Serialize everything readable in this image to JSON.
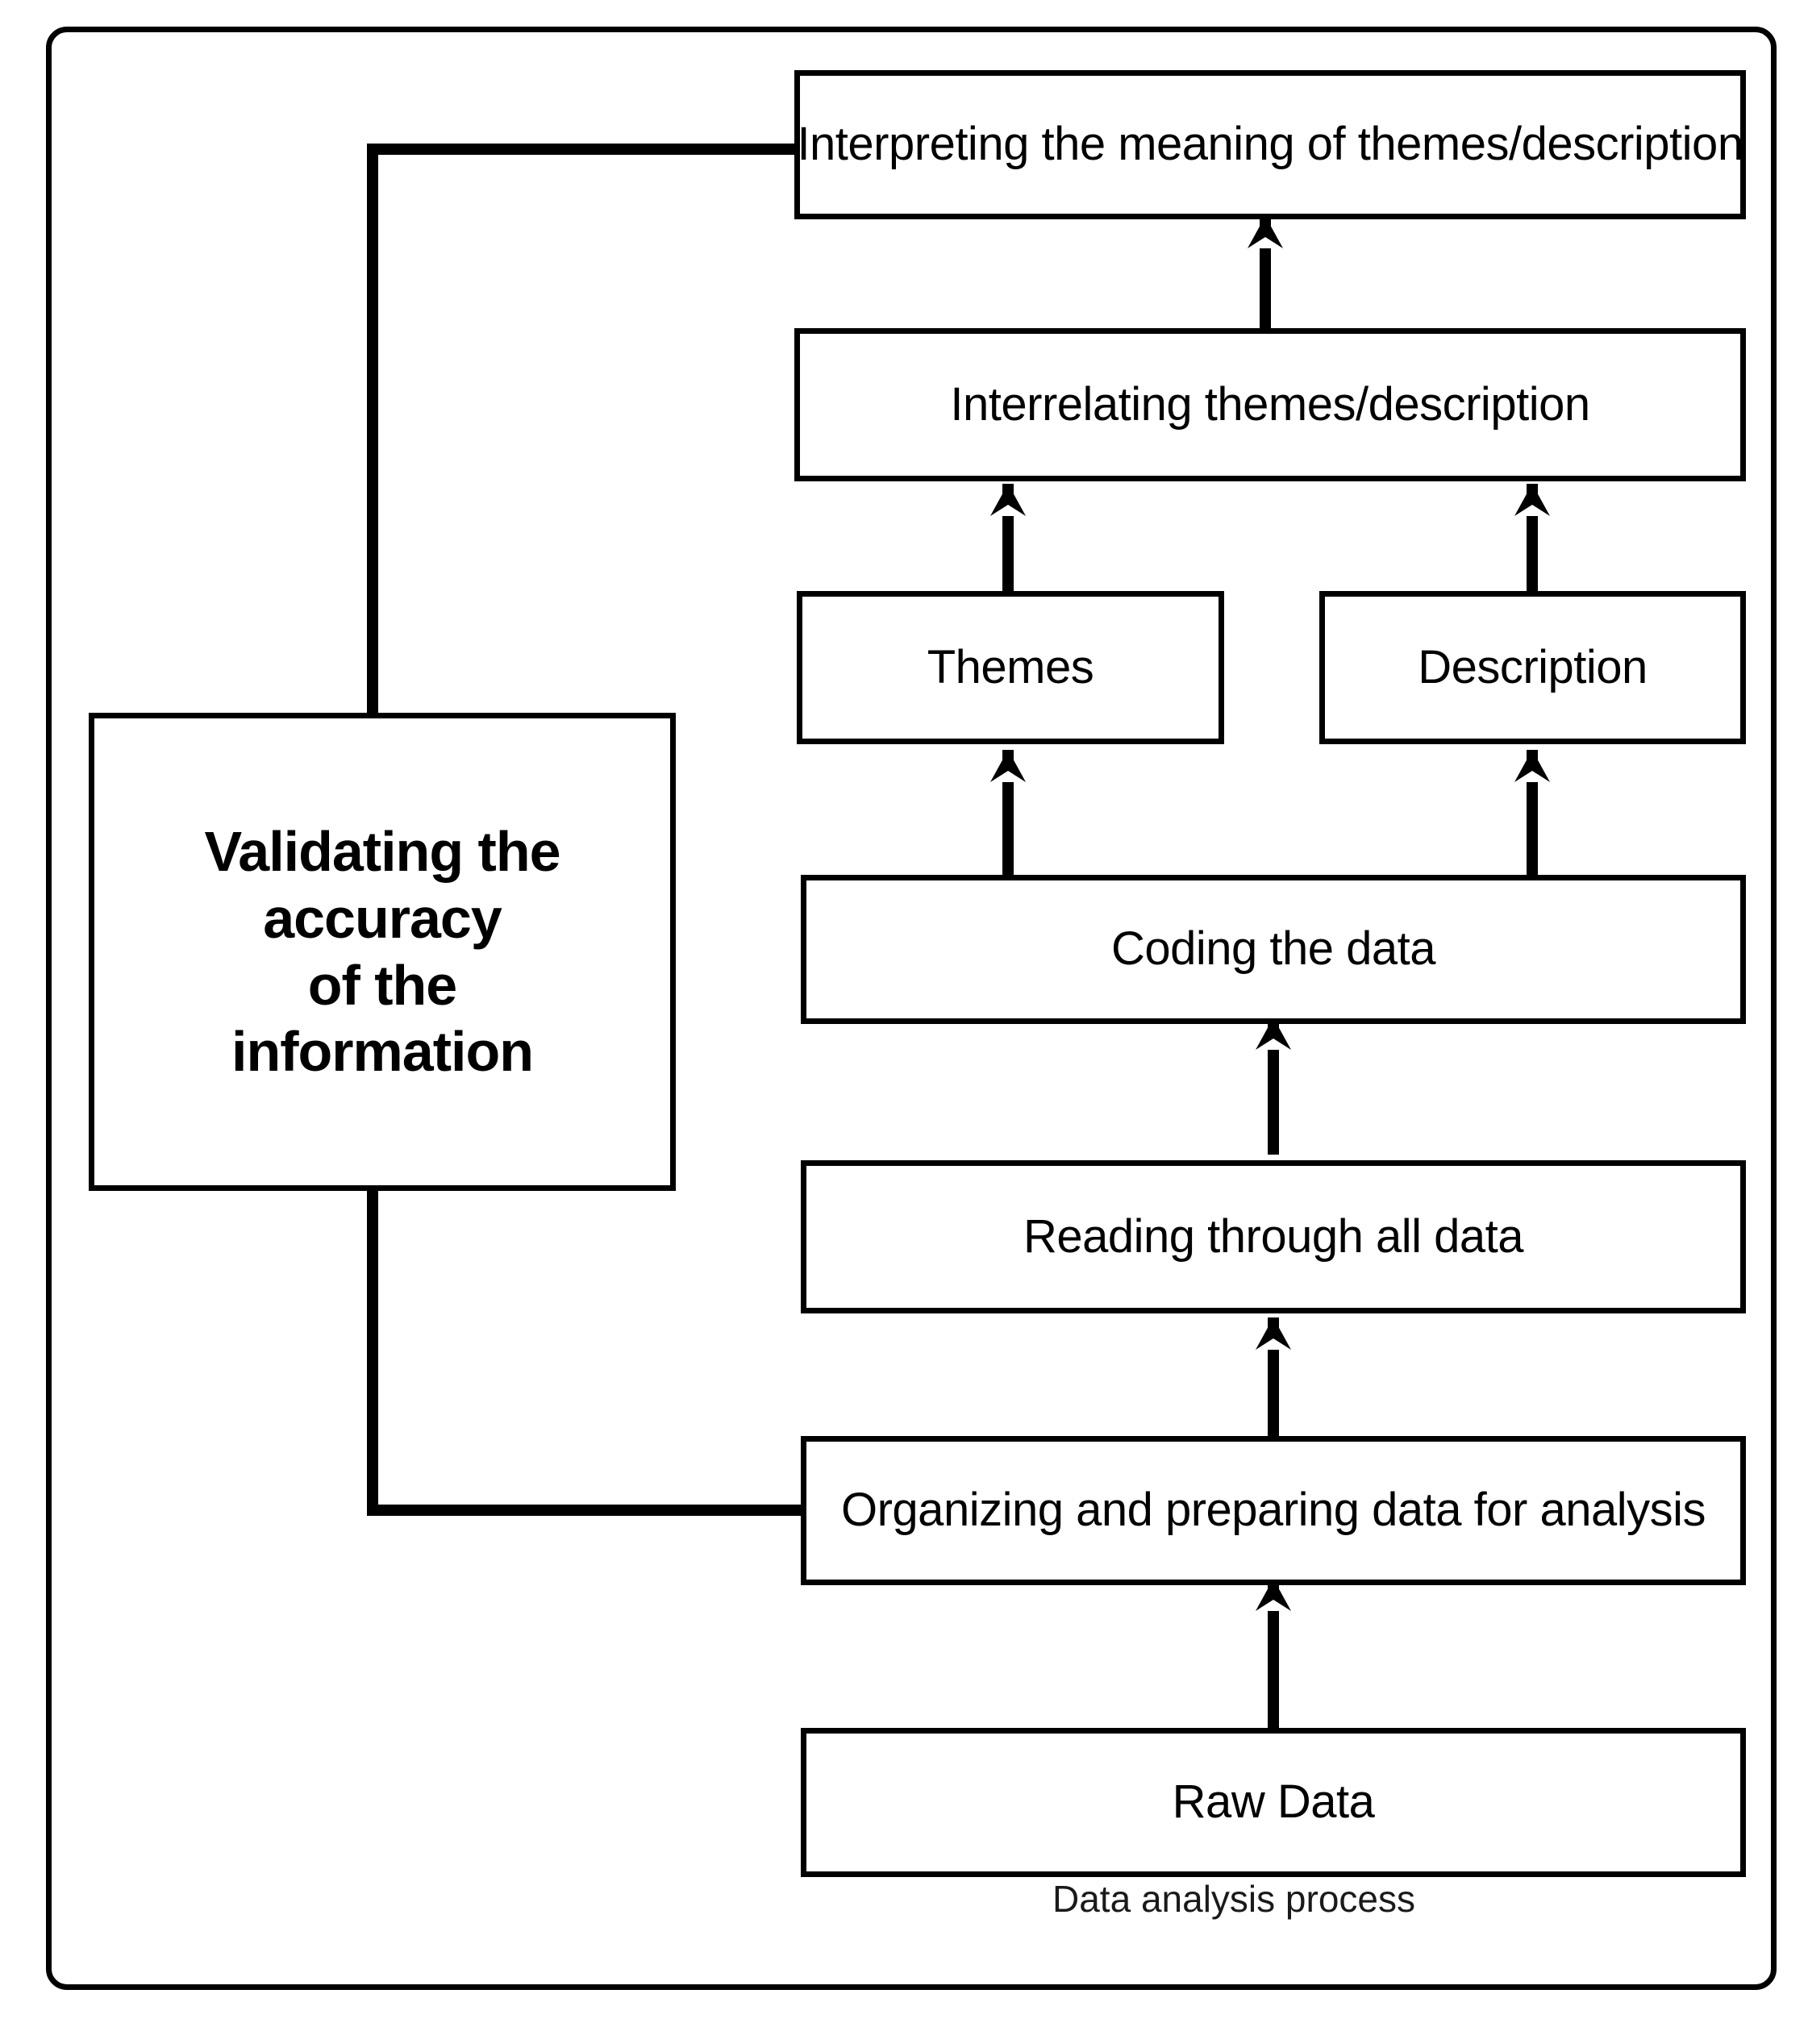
{
  "diagram": {
    "title": "Data analysis process",
    "caption": "Data analysis process",
    "style": {
      "line_color": "#000000",
      "box_fill": "#ffffff",
      "background": "#ffffff"
    },
    "boxes": [
      {
        "id": "interpreting",
        "label": "Interpreting the meaning of themes/description",
        "bold": false
      },
      {
        "id": "interrelating",
        "label": "Interrelating themes/description",
        "bold": false
      },
      {
        "id": "themes",
        "label": "Themes",
        "bold": false
      },
      {
        "id": "description",
        "label": "Description",
        "bold": false
      },
      {
        "id": "coding",
        "label": "Coding the data",
        "bold": false
      },
      {
        "id": "reading",
        "label": "Reading through all data",
        "bold": false
      },
      {
        "id": "organizing",
        "label": "Organizing and preparing data for analysis",
        "bold": false
      },
      {
        "id": "raw-data",
        "label": "Raw Data",
        "bold": false
      },
      {
        "id": "validating",
        "label": "Validating the\naccuracy\nof the\ninformation",
        "bold": true
      }
    ],
    "flow_order": [
      "Raw Data",
      "Organizing and preparing data for analysis",
      "Reading through all data",
      "Coding the data",
      "Themes",
      "Description",
      "Interrelating themes/description",
      "Interpreting the meaning of themes/description"
    ],
    "side_process": {
      "label": "Validating the accuracy of the information",
      "connects_from": "Organizing and preparing data for analysis",
      "connects_to": "Interpreting the meaning of themes/description"
    }
  }
}
